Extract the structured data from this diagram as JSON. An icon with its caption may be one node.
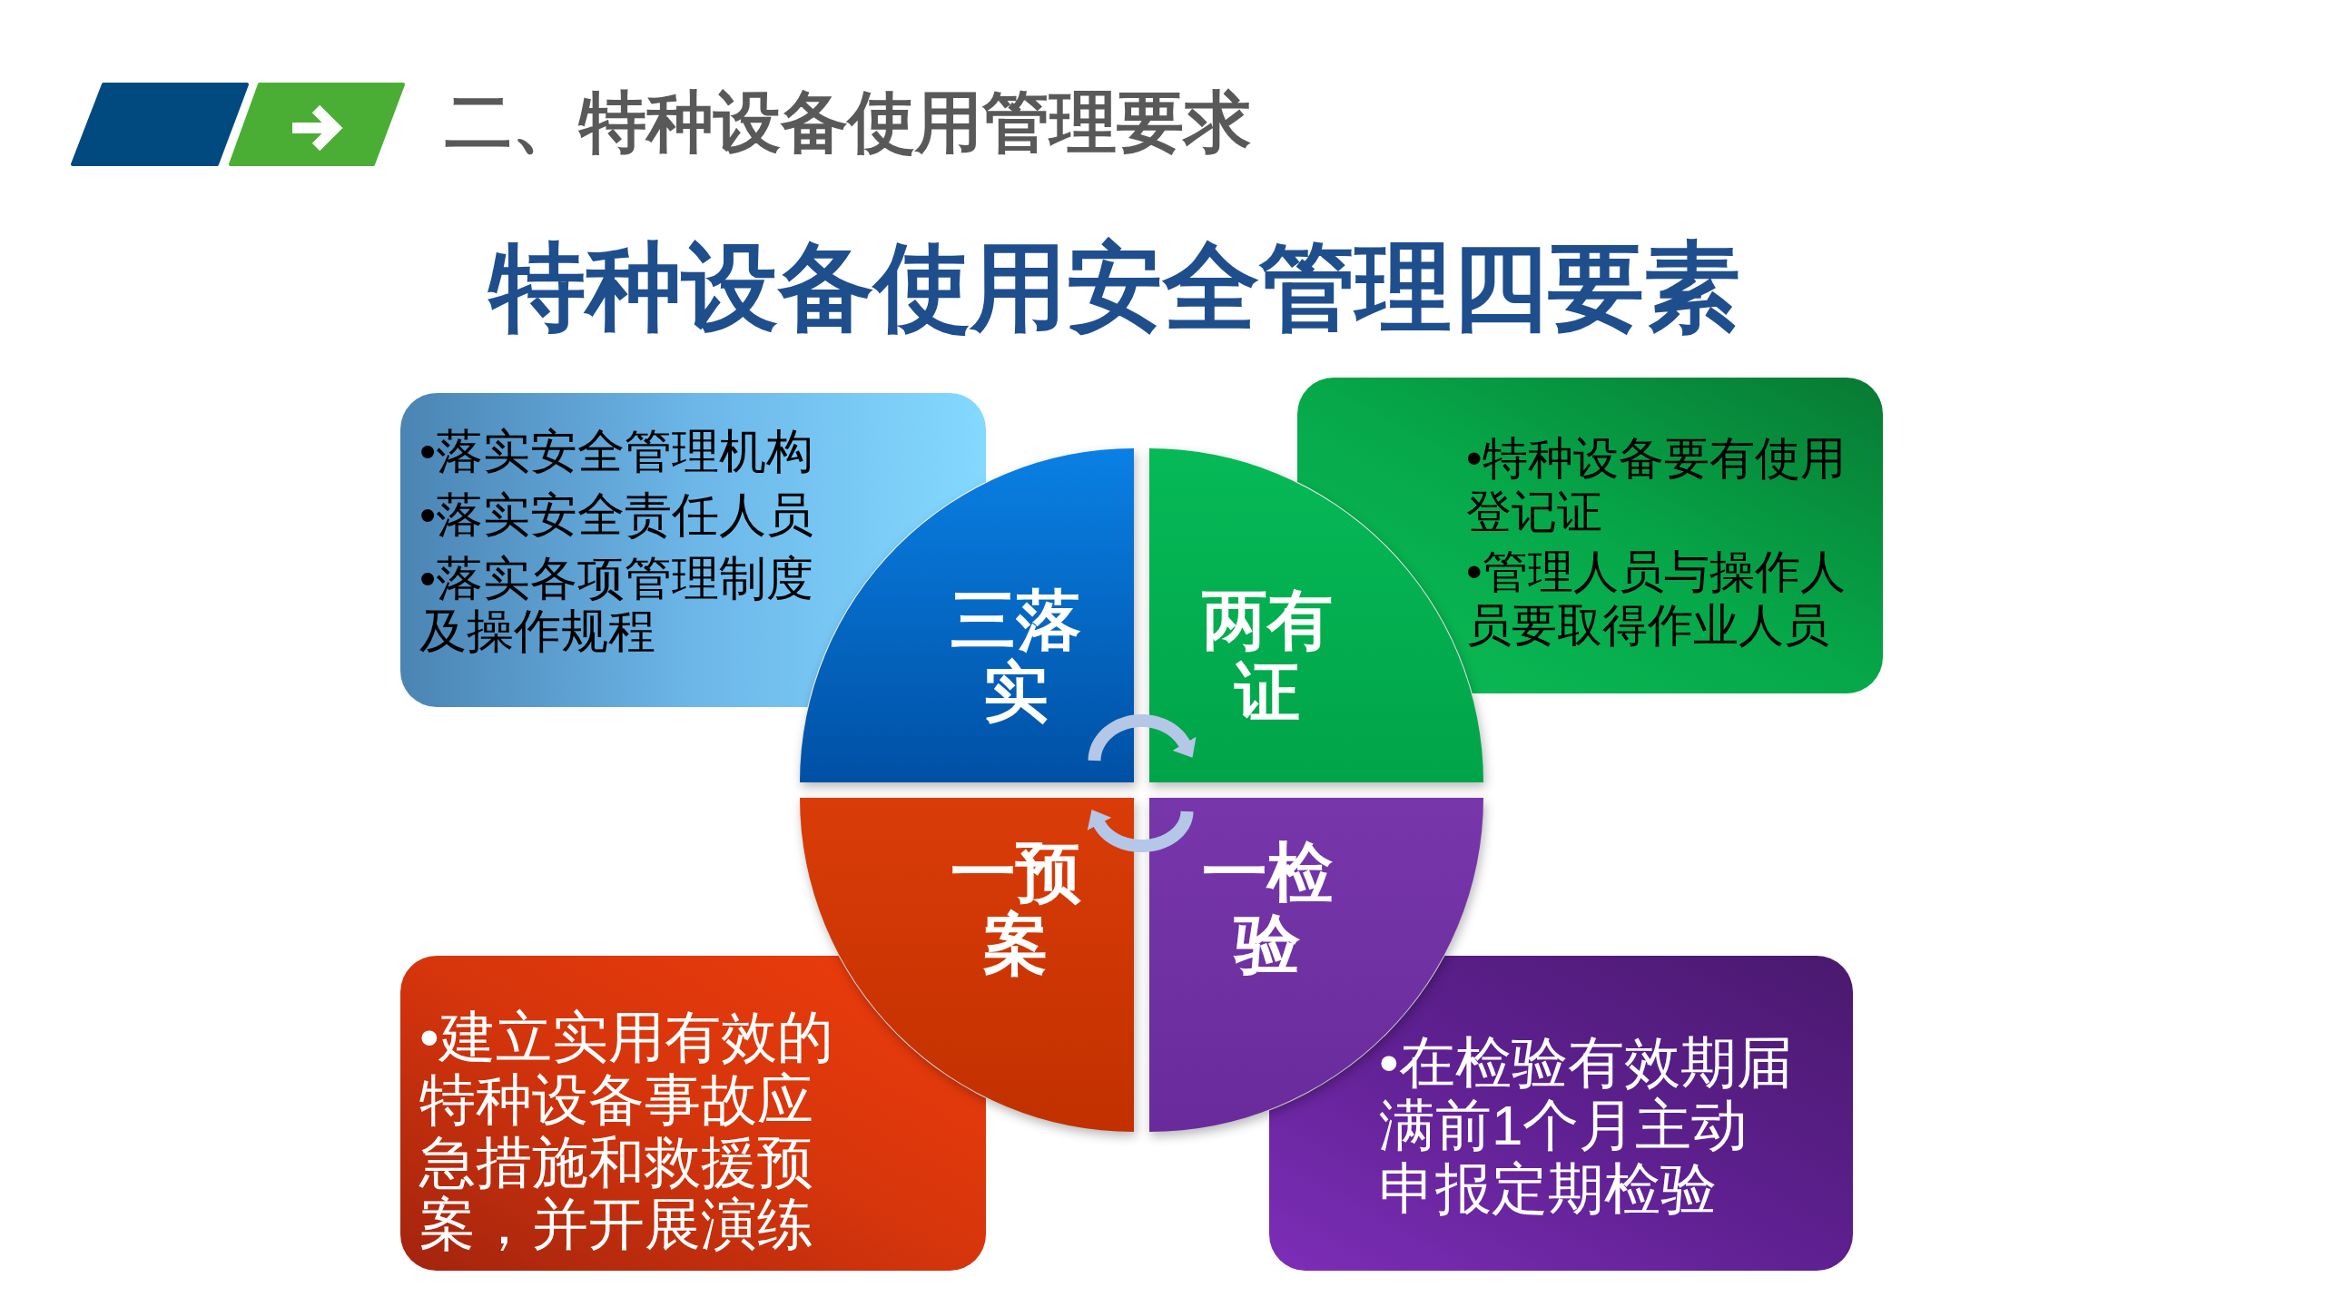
{
  "diagram": {
    "title": "特种设备使用安全管理四要素",
    "nodes": [
      {
        "text": [
          "三落实"
        ]
      },
      {
        "text": [
          "两有证"
        ]
      },
      {
        "text": [
          "一预案"
        ]
      },
      {
        "text": [
          "一检验"
        ]
      },
      {
        "text": [
          "•落实安全管理机构",
          "•落实安全责任人员",
          "•落实各项管理制度及操作规程"
        ]
      },
      {
        "text": [
          "•特种设备要有使用登记证",
          "•管理人员与操作人员要取得作业人员"
        ]
      },
      {
        "text": [
          "•建立实用有效的特种设备事故应急措施和救援预案，并开展演练"
        ]
      },
      {
        "text": [
          "•在检验有效期届满前1个月主动申报定期检验"
        ]
      }
    ],
    "edges": [
      {
        "from": 0,
        "to": 1,
        "arrow": "to"
      },
      {
        "from": 3,
        "to": 2,
        "arrow": "to"
      }
    ],
    "labels": [
      "二、特种设备使用管理要求"
    ]
  }
}
